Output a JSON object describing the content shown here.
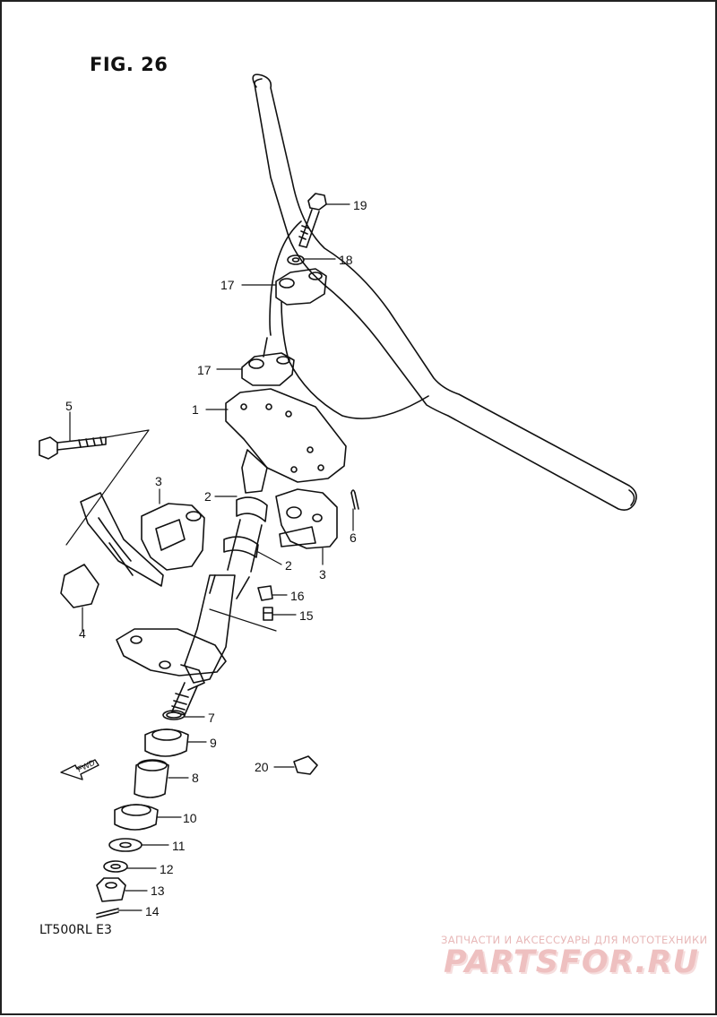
{
  "figure": {
    "title": "FIG. 26",
    "model": "LT500RL  E3"
  },
  "callouts": [
    {
      "id": "19",
      "text": "19"
    },
    {
      "id": "18",
      "text": "18"
    },
    {
      "id": "17a",
      "text": "17"
    },
    {
      "id": "17b",
      "text": "17"
    },
    {
      "id": "1",
      "text": "1"
    },
    {
      "id": "5",
      "text": "5"
    },
    {
      "id": "3a",
      "text": "3"
    },
    {
      "id": "2a",
      "text": "2"
    },
    {
      "id": "2b",
      "text": "2"
    },
    {
      "id": "6",
      "text": "6"
    },
    {
      "id": "3b",
      "text": "3"
    },
    {
      "id": "4",
      "text": "4"
    },
    {
      "id": "16",
      "text": "16"
    },
    {
      "id": "15",
      "text": "15"
    },
    {
      "id": "7",
      "text": "7"
    },
    {
      "id": "9",
      "text": "9"
    },
    {
      "id": "20",
      "text": "20"
    },
    {
      "id": "8",
      "text": "8"
    },
    {
      "id": "10",
      "text": "10"
    },
    {
      "id": "11",
      "text": "11"
    },
    {
      "id": "12",
      "text": "12"
    },
    {
      "id": "13",
      "text": "13"
    },
    {
      "id": "14",
      "text": "14"
    }
  ],
  "fwd_marker": "FWD",
  "watermark": {
    "caption": "ЗАПЧАСТИ И АКСЕССУАРЫ ДЛЯ МОТОТЕХНИКИ",
    "logo": "PARTSFOR.RU",
    "color": "#e8b0b0"
  }
}
